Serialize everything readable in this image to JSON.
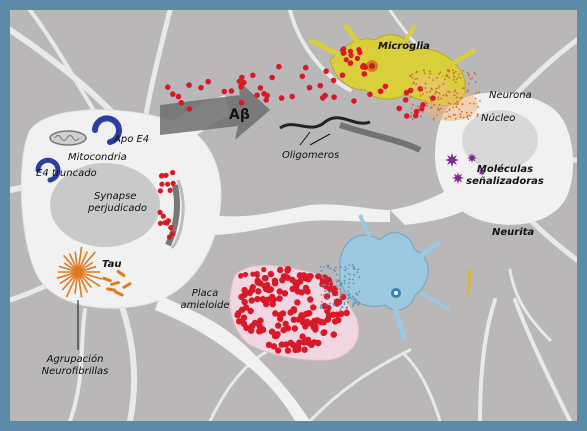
{
  "labels": {
    "microglia": "Microglia",
    "neurona": "Neurona",
    "nucleo": "Núcleo",
    "ab": "Aβ",
    "apo_e4": "Apo E4",
    "mitocondria": "Mitocondria",
    "e4_truncado": "E4 truncado",
    "oligomeros": "Oligomeros",
    "moleculas": "Moléculas",
    "senalizadoras": "señalizadoras",
    "synapse": "Synapse",
    "perjudicado": "perjudicado",
    "neurita": "Neurita",
    "tau": "Tau",
    "placa": "Placa",
    "amieloide": "amieloide",
    "agrupacion": "Agrupación",
    "neurofibrillas": "Neurofibrillas"
  },
  "colors": {
    "frame": "#5b8ba8",
    "background": "#b9b7b8",
    "neuron": "#f1f1f1",
    "nucleus": "#c9c9c9",
    "amyloid": "#d8192a",
    "microglia": "#d9cf3a",
    "astrocyte": "#9cc8e0",
    "tau": "#e07a1f",
    "signaling": "#7b2a8e",
    "apo_e4": "#2c3f9c"
  }
}
